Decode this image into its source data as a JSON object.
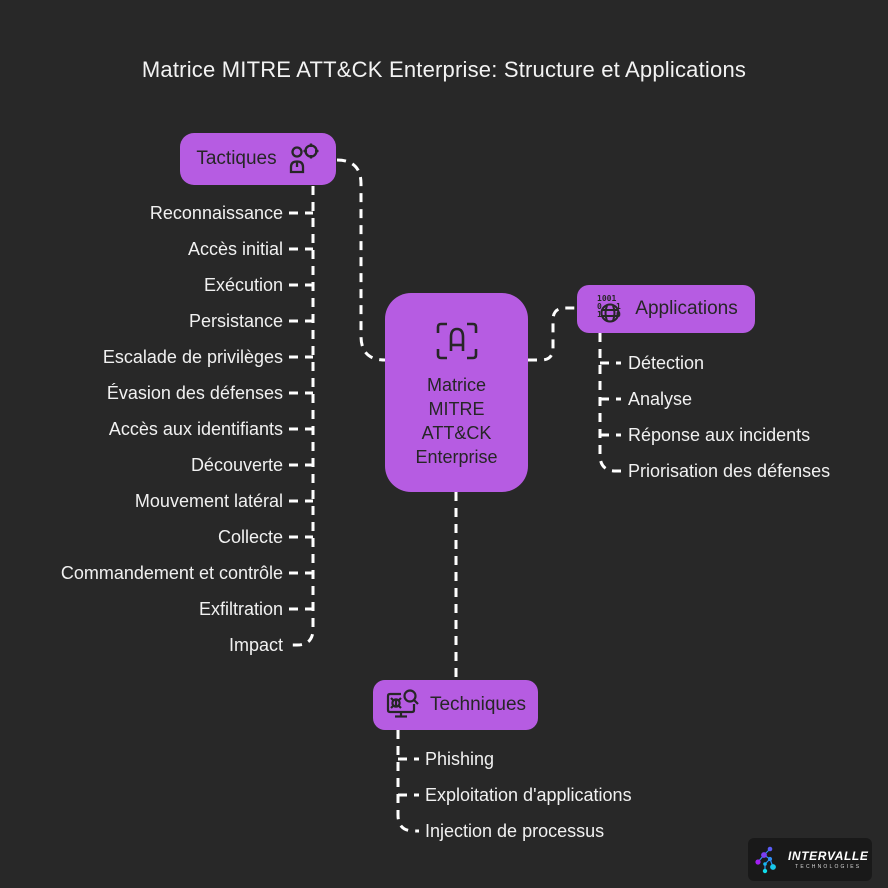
{
  "title": "Matrice MITRE ATT&CK Enterprise: Structure et Applications",
  "colors": {
    "background": "#282828",
    "node_fill": "#b65ce2",
    "node_text": "#262626",
    "item_text": "#f1f1f1",
    "connector": "#ffffff"
  },
  "center_node": {
    "icon": "scan-letter-icon",
    "label_lines": [
      "Matrice",
      "MITRE",
      "ATT&CK",
      "Enterprise"
    ]
  },
  "branches": {
    "tactiques": {
      "label": "Tactiques",
      "icon": "target-user-icon",
      "items": [
        "Reconnaissance",
        "Accès initial",
        "Exécution",
        "Persistance",
        "Escalade de privilèges",
        "Évasion des défenses",
        "Accès aux identifiants",
        "Découverte",
        "Mouvement latéral",
        "Collecte",
        "Commandement et contrôle",
        "Exfiltration",
        "Impact"
      ]
    },
    "applications": {
      "label": "Applications",
      "icon": "binary-globe-icon",
      "items": [
        "Détection",
        "Analyse",
        "Réponse aux incidents",
        "Priorisation des défenses"
      ]
    },
    "techniques": {
      "label": "Techniques",
      "icon": "bug-search-icon",
      "items": [
        "Phishing",
        "Exploitation d'applications",
        "Injection de processus"
      ]
    }
  },
  "logo": {
    "brand": "INTERVALLE",
    "sub": "TECHNOLOGIES",
    "icon": "intervalle-network-icon"
  }
}
